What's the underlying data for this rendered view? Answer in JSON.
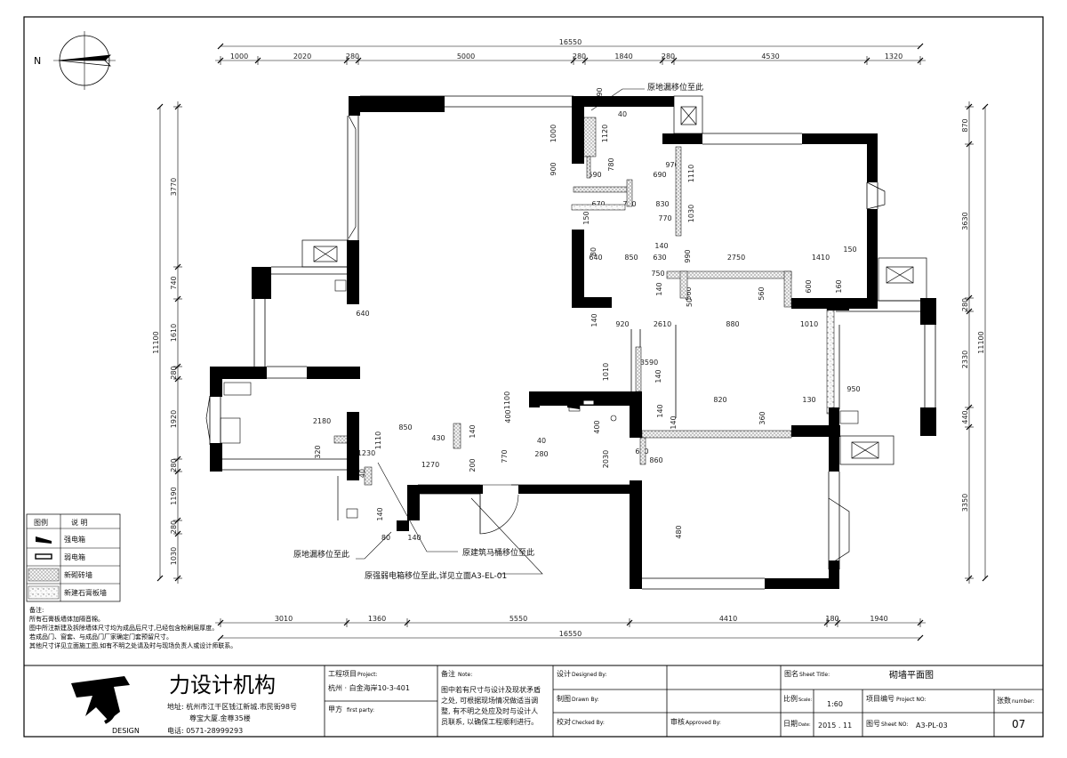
{
  "compass": {
    "north": "N"
  },
  "dims": {
    "top_total": "16550",
    "top_segments": [
      "1000",
      "2020",
      "280",
      "5000",
      "280",
      "1840",
      "280",
      "4530",
      "1320"
    ],
    "bottom_total": "16550",
    "bottom_segments": [
      "3010",
      "1360",
      "5550",
      "4410",
      "180",
      "1940"
    ],
    "left_total": "11100",
    "left_segments": [
      "3770",
      "740",
      "1610",
      "280",
      "1920",
      "280",
      "1190",
      "280",
      "1030"
    ],
    "right_total": "11100",
    "right_segments": [
      "870",
      "3630",
      "280",
      "2330",
      "440",
      "3350"
    ],
    "inner": [
      "1000",
      "900",
      "1120",
      "40",
      "190",
      "780",
      "970",
      "1110",
      "590",
      "690",
      "670",
      "760",
      "830",
      "770",
      "1030",
      "150",
      "640",
      "850",
      "630",
      "140",
      "990",
      "2750",
      "1410",
      "150",
      "80",
      "750",
      "560",
      "140",
      "560",
      "600",
      "160",
      "640",
      "50",
      "140",
      "920",
      "2610",
      "880",
      "1010",
      "1010",
      "140",
      "3590",
      "820",
      "130",
      "950",
      "140",
      "140",
      "360",
      "2180",
      "850",
      "140",
      "430",
      "400",
      "1100",
      "1110",
      "1270",
      "770",
      "200",
      "400",
      "40",
      "280",
      "620",
      "860",
      "2030",
      "480",
      "320",
      "1230",
      "40",
      "140",
      "140",
      "80"
    ]
  },
  "annotations": {
    "floor_drain_top": "原地漏移位至此",
    "floor_drain_bottom": "原地漏移位至此",
    "toilet": "原建筑马桶移位至此",
    "electric_box": "原强弱电箱移位至此,详见立面A3-EL-01"
  },
  "legend": {
    "header_left": "图例",
    "header_right": "说    明",
    "items": [
      {
        "label": "强电箱"
      },
      {
        "label": "弱电箱"
      },
      {
        "label": "新砌砖墙"
      },
      {
        "label": "新建石膏板墙"
      }
    ]
  },
  "notes": {
    "title": "备注:",
    "lines": [
      "所有石膏板墙体加隔音棉。",
      "图中所注新建及拆除墙体尺寸均为成品后尺寸,已经包含粉刷层厚度。",
      "若成品门、窗套、与成品门厂家确定门套预留尺寸。",
      "其他尺寸详见立面施工图,如有不明之处请及时与现场负责人或设计师联系。"
    ]
  },
  "title_block": {
    "company_name": "力设计机构",
    "logo_sub": "DESIGN",
    "address_line1": "地址: 杭州市江干区钱江新城.市民街98号",
    "address_line2": "尊宝大厦.金尊35楼",
    "phone": "电话: 0571-28999293",
    "project_label": "工程项目",
    "project_label_en": "Project:",
    "project_value": "杭州 · 白金海岸10-3-401",
    "party_label": "甲方",
    "party_label_en": "first party:",
    "remark_label": "备注",
    "remark_label_en": "Note:",
    "remark_text": [
      "图中若有尺寸与设计及现状矛盾",
      "之处, 可根据现场情况做适当调",
      "整, 有不明之处应及时与设计人",
      "员联系, 以确保工程顺利进行。"
    ],
    "design_label": "设计",
    "design_label_en": "Designed By:",
    "drawn_label": "制图",
    "drawn_label_en": "Drawn By:",
    "check_label": "校对",
    "check_label_en": "Checked By:",
    "approve_label": "审核",
    "approve_label_en": "Approved By:",
    "sheet_title_label": "图名",
    "sheet_title_label_en": "Sheet Title:",
    "sheet_title": "砌墙平面图",
    "scale_label": "比例",
    "scale_label_en": "Scale:",
    "scale": "1:60",
    "project_no_label": "项目编号",
    "project_no_label_en": "Project NO:",
    "date_label": "日期",
    "date_label_en": "Date:",
    "date": "2015 . 11",
    "sheet_no_label": "图号",
    "sheet_no_label_en": "Sheet NO:",
    "sheet_no": "A3-PL-03",
    "count_label": "张数",
    "count_label_en": "number:",
    "count": "07"
  }
}
